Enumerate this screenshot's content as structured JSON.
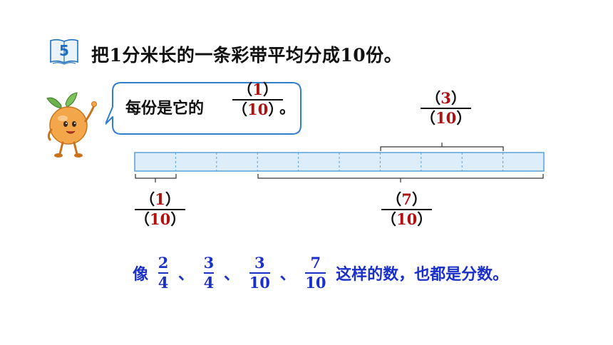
{
  "colors": {
    "badge_blue": "#1e6fbf",
    "fraction_red": "#b01010",
    "sentence_blue": "#1b2fc9",
    "tape_fill": "#ddeefa",
    "tape_border": "#5aa0d8",
    "bubble_border": "#2f7fd0"
  },
  "header": {
    "badge_number": "5",
    "badge_icon": "open-book-icon",
    "problem_text": "把1分米长的一条彩带平均分成10份。"
  },
  "mascot": {
    "icon": "orange-mascot-icon"
  },
  "bubble": {
    "prefix": "每份是它的",
    "suffix": "。",
    "fraction": {
      "numerator": "1",
      "denominator": "10"
    }
  },
  "tape": {
    "segments": 10
  },
  "labels": {
    "top_fraction": {
      "numerator": "3",
      "denominator": "10"
    },
    "bottom_left_fraction": {
      "numerator": "1",
      "denominator": "10"
    },
    "bottom_right_fraction": {
      "numerator": "7",
      "denominator": "10"
    }
  },
  "sentence": {
    "prefix": "像",
    "separator": "、",
    "fractions": [
      {
        "numerator": "2",
        "denominator": "4"
      },
      {
        "numerator": "3",
        "denominator": "4"
      },
      {
        "numerator": "3",
        "denominator": "10"
      },
      {
        "numerator": "7",
        "denominator": "10"
      }
    ],
    "suffix": "这样的数，也都是分数。"
  }
}
